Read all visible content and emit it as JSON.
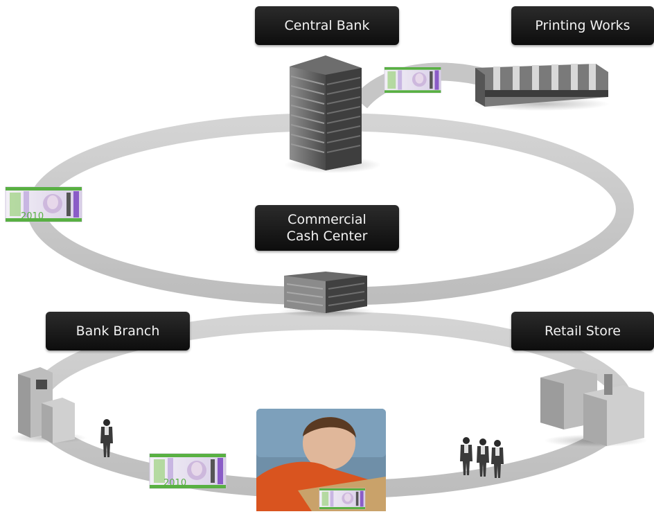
{
  "nodes": {
    "central_bank": "Central Bank",
    "printing_works": "Printing Works",
    "commercial_cash_center": [
      "Commercial",
      "Cash Center"
    ],
    "bank_branch": "Bank Branch",
    "retail_store": "Retail Store"
  },
  "banknote": {
    "year_text": "2010",
    "accent": "#8a5cc7",
    "stripe": "#59b043"
  },
  "colors": {
    "loop": "#c9c9c9",
    "label_bg": "#141414",
    "label_text": "#f2f2f2"
  }
}
